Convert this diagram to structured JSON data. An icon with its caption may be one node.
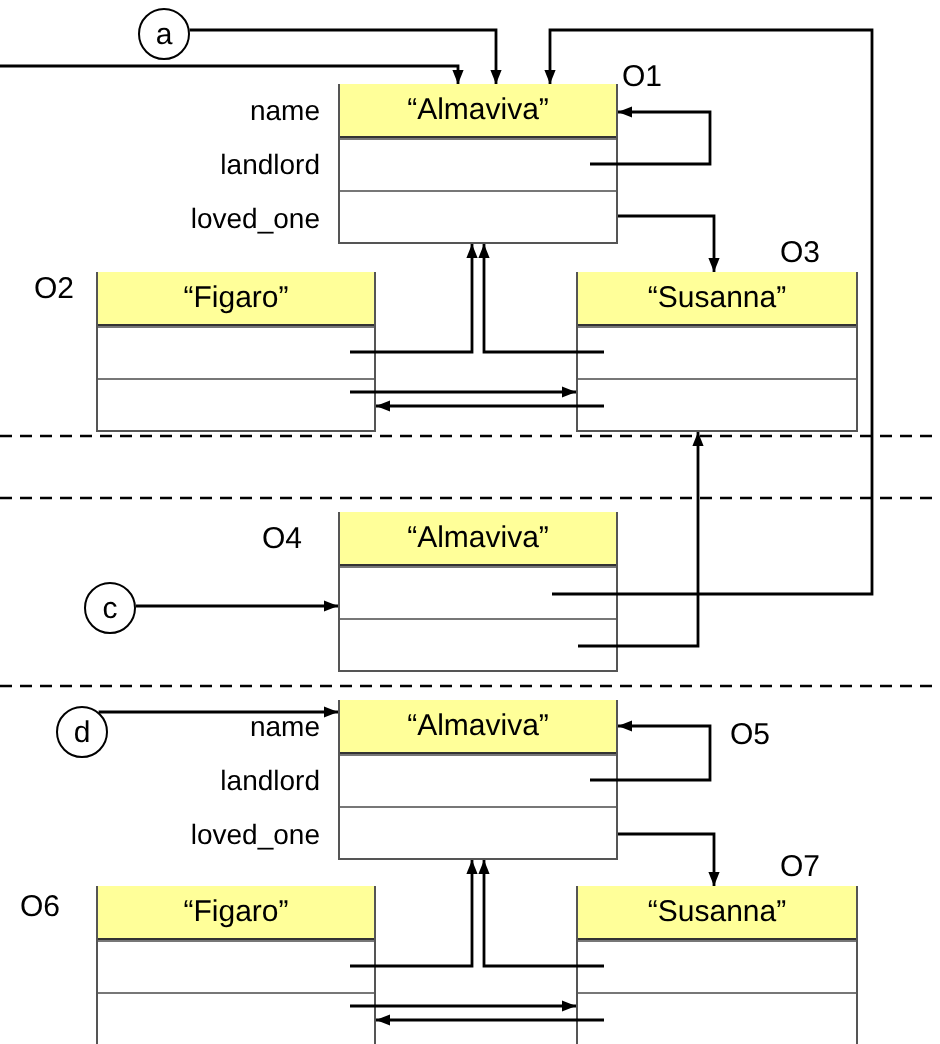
{
  "diagram": {
    "nodes": [
      {
        "text": [
          "a"
        ]
      },
      {
        "text": [
          "O1"
        ]
      },
      {
        "text": [
          "“Almaviva”"
        ],
        "in": 1,
        "beside": [
          "name"
        ]
      },
      {
        "text": [],
        "shape": "box",
        "in": 1,
        "beside": [
          "landlord"
        ]
      },
      {
        "text": [],
        "shape": "box",
        "in": 1,
        "beside": [
          "loved_one"
        ]
      },
      {
        "text": [
          "O2"
        ]
      },
      {
        "text": [
          "“Figaro”"
        ],
        "in": 5
      },
      {
        "text": [],
        "shape": "box",
        "in": 5
      },
      {
        "text": [],
        "shape": "box",
        "in": 5
      },
      {
        "text": [
          "O3"
        ]
      },
      {
        "text": [
          "“Susanna”"
        ],
        "in": 9
      },
      {
        "text": [],
        "shape": "box",
        "in": 9
      },
      {
        "text": [],
        "shape": "box",
        "in": 9
      },
      {
        "text": [
          "O4"
        ]
      },
      {
        "text": [
          "“Almaviva”"
        ],
        "in": 13
      },
      {
        "text": [],
        "shape": "box",
        "in": 13
      },
      {
        "text": [],
        "shape": "box",
        "in": 13
      },
      {
        "text": [
          "c"
        ]
      },
      {
        "text": [
          "d"
        ]
      },
      {
        "text": [
          "O5"
        ]
      },
      {
        "text": [
          "“Almaviva”"
        ],
        "in": 19,
        "beside": [
          "name"
        ]
      },
      {
        "text": [],
        "shape": "box",
        "in": 19,
        "beside": [
          "landlord"
        ]
      },
      {
        "text": [],
        "shape": "box",
        "in": 19,
        "beside": [
          "loved_one"
        ]
      },
      {
        "text": [
          "O6"
        ]
      },
      {
        "text": [
          "“Figaro”"
        ],
        "in": 23
      },
      {
        "text": [],
        "shape": "box",
        "in": 23
      },
      {
        "text": [],
        "shape": "box",
        "in": 23
      },
      {
        "text": [
          "O7"
        ]
      },
      {
        "text": [
          "“Susanna”"
        ],
        "in": 27
      },
      {
        "text": [],
        "shape": "box",
        "in": 27
      },
      {
        "text": [],
        "shape": "box",
        "in": 27
      }
    ],
    "edges": [
      {
        "from": 0,
        "to": 1,
        "arrow": "to"
      },
      {
        "from": null,
        "to": 1,
        "arrow": "to"
      },
      {
        "from": 15,
        "to": 1,
        "arrow": "to"
      },
      {
        "from": 3,
        "to": 2,
        "arrow": "to"
      },
      {
        "from": 4,
        "to": 9,
        "arrow": "to"
      },
      {
        "from": 7,
        "to": 1,
        "arrow": "to"
      },
      {
        "from": 11,
        "to": 1,
        "arrow": "to"
      },
      {
        "from": 8,
        "to": 9,
        "arrow": "to"
      },
      {
        "from": 12,
        "to": 5,
        "arrow": "to"
      },
      {
        "from": 16,
        "to": 9,
        "arrow": "to"
      },
      {
        "from": 17,
        "to": 13,
        "arrow": "to"
      },
      {
        "from": 18,
        "to": 19,
        "arrow": "to"
      },
      {
        "from": 21,
        "to": 20,
        "arrow": "to"
      },
      {
        "from": 22,
        "to": 27,
        "arrow": "to"
      },
      {
        "from": 25,
        "to": 19,
        "arrow": "to"
      },
      {
        "from": 29,
        "to": 19,
        "arrow": "to"
      },
      {
        "from": 26,
        "to": 27,
        "arrow": "to"
      },
      {
        "from": 30,
        "to": 23,
        "arrow": "to"
      }
    ]
  }
}
